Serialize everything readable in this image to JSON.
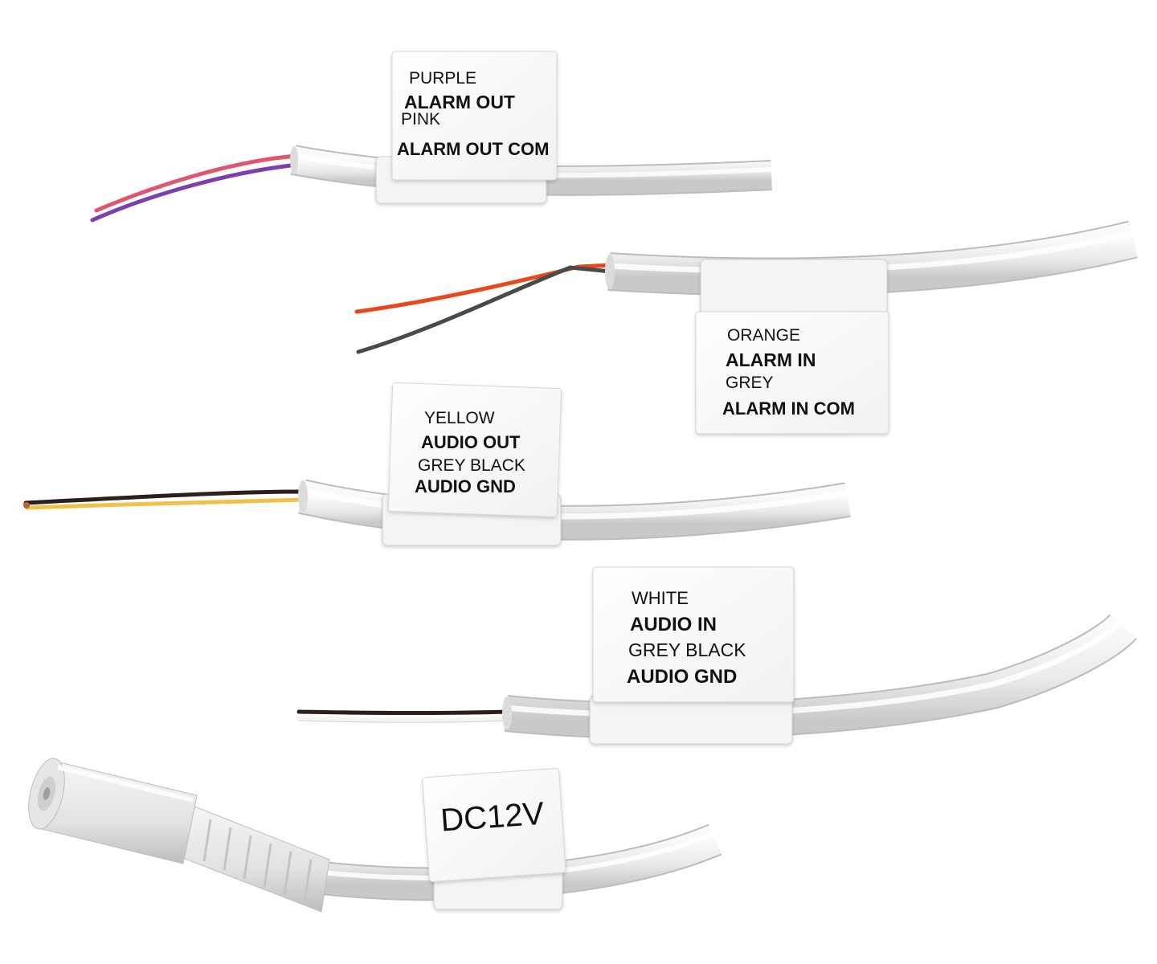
{
  "labels": {
    "alarm_out": {
      "color_1": "PURPLE",
      "function_1": "ALARM OUT",
      "color_2": "PINK",
      "function_2": "ALARM OUT COM"
    },
    "alarm_in": {
      "color_1": "ORANGE",
      "function_1": "ALARM IN",
      "color_2": "GREY",
      "function_2": "ALARM IN COM"
    },
    "audio_out": {
      "color_1": "YELLOW",
      "function_1": "AUDIO OUT",
      "color_2": "GREY BLACK",
      "function_2": "AUDIO GND"
    },
    "audio_in": {
      "color_1": "WHITE",
      "function_1": "AUDIO IN",
      "color_2": "GREY BLACK",
      "function_2": "AUDIO GND"
    },
    "power": {
      "voltage": "DC12V"
    }
  },
  "colors": {
    "background": "#ffffff",
    "cable_jacket": "#ececec",
    "wire_purple": "#7b3fb0",
    "wire_pink": "#e0556f",
    "wire_orange": "#e8481e",
    "wire_grey": "#4a4a4a",
    "wire_yellow": "#f0c14a",
    "wire_black": "#2a1f1a",
    "wire_white": "#f4f4f4",
    "tag": "#ffffff",
    "tag_text": "#111111"
  },
  "icons": [
    "dc-barrel-jack-icon"
  ]
}
